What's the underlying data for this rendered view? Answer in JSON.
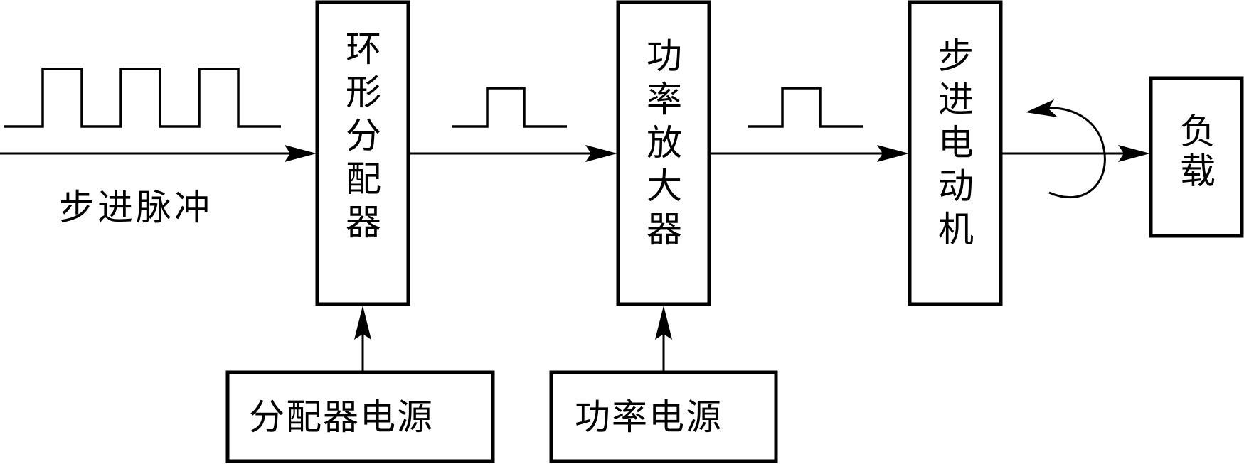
{
  "diagram": {
    "input_label": "步进脉冲",
    "blocks": {
      "ring_distributor": "环形分配器",
      "power_amplifier": "功率放大器",
      "stepper_motor": "步进电动机",
      "load": "负载",
      "distributor_power": "分配器电源",
      "power_supply": "功率电源"
    }
  },
  "colors": {
    "stroke": "#000000",
    "background": "#ffffff"
  }
}
